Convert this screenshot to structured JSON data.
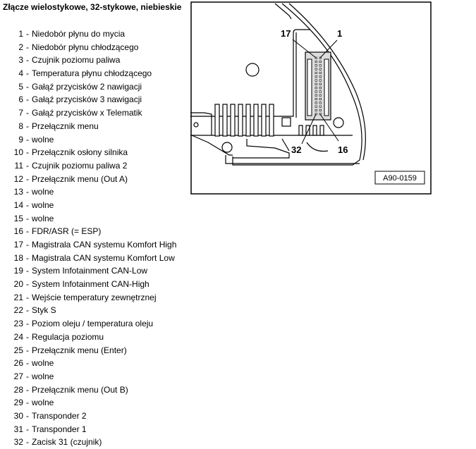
{
  "title": "Złącze wielostykowe, 32-stykowe, niebieskie",
  "pins": [
    {
      "num": "1",
      "label": "Niedobór płynu do mycia"
    },
    {
      "num": "2",
      "label": "Niedobór płynu chłodzącego"
    },
    {
      "num": "3",
      "label": "Czujnik poziomu paliwa"
    },
    {
      "num": "4",
      "label": "Temperatura płynu chłodzącego"
    },
    {
      "num": "5",
      "label": "Gałąź przycisków 2 nawigacji"
    },
    {
      "num": "6",
      "label": "Gałąź przycisków 3 nawigacji"
    },
    {
      "num": "7",
      "label": "Gałąź przycisków x Telematik"
    },
    {
      "num": "8",
      "label": "Przełącznik menu"
    },
    {
      "num": "9",
      "label": "wolne"
    },
    {
      "num": "10",
      "label": "Przełącznik osłony silnika"
    },
    {
      "num": "11",
      "label": "Czujnik poziomu paliwa 2"
    },
    {
      "num": "12",
      "label": "Przełącznik menu (Out A)"
    },
    {
      "num": "13",
      "label": "wolne"
    },
    {
      "num": "14",
      "label": "wolne"
    },
    {
      "num": "15",
      "label": "wolne"
    },
    {
      "num": "16",
      "label": "FDR/ASR (= ESP)"
    },
    {
      "num": "17",
      "label": "Magistrala CAN systemu Komfort High"
    },
    {
      "num": "18",
      "label": "Magistrala CAN systemu Komfort Low"
    },
    {
      "num": "19",
      "label": "System Infotainment CAN-Low"
    },
    {
      "num": "20",
      "label": "System Infotainment CAN-High"
    },
    {
      "num": "21",
      "label": "Wejście temperatury zewnętrznej"
    },
    {
      "num": "22",
      "label": "Styk S"
    },
    {
      "num": "23",
      "label": "Poziom oleju / temperatura oleju"
    },
    {
      "num": "24",
      "label": "Regulacja poziomu"
    },
    {
      "num": "25",
      "label": "Przełącznik menu (Enter)"
    },
    {
      "num": "26",
      "label": "wolne"
    },
    {
      "num": "27",
      "label": "wolne"
    },
    {
      "num": "28",
      "label": "Przełącznik menu (Out B)"
    },
    {
      "num": "29",
      "label": "wolne"
    },
    {
      "num": "30",
      "label": "Transponder 2"
    },
    {
      "num": "31",
      "label": "Transponder 1"
    },
    {
      "num": "32",
      "label": "Zacisk 31 (czujnik)"
    }
  ],
  "figure": {
    "callouts": {
      "c17": "17",
      "c1": "1",
      "c32": "32",
      "c16": "16"
    },
    "figure_id": "A90-0159"
  }
}
